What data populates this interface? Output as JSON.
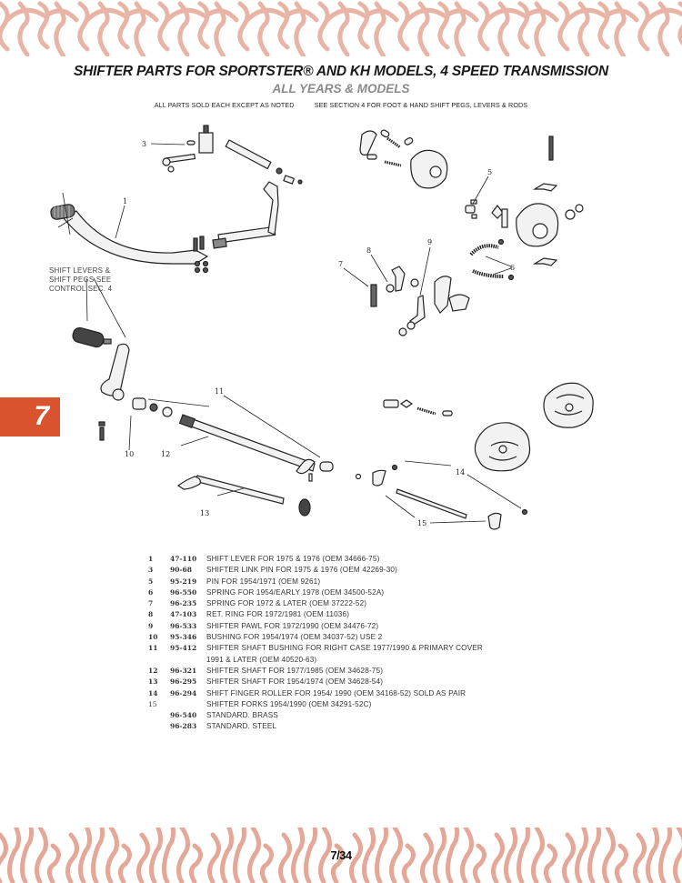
{
  "header": {
    "title": "SHIFTER PARTS FOR SPORTSTER® AND KH MODELS, 4 SPEED TRANSMISSION",
    "subtitle": "ALL YEARS & MODELS",
    "note_left": "ALL PARTS SOLD EACH EXCEPT AS NOTED",
    "note_right": "SEE SECTION 4 FOR FOOT & HAND SHIFT PEGS, LEVERS & RODS"
  },
  "section_tab": {
    "label": "7",
    "color": "#d9532f"
  },
  "diagram": {
    "side_note_lines": [
      "SHIFT LEVERS &",
      "SHIFT PEGS SEE",
      "CONTROL SEC. 4"
    ],
    "callouts": [
      "1",
      "3",
      "5",
      "6",
      "7",
      "8",
      "9",
      "10",
      "11",
      "12",
      "13",
      "14",
      "15"
    ]
  },
  "parts": [
    {
      "ref": "1",
      "pn": "47-110",
      "desc": "SHIFT LEVER FOR 1975 & 1976 (OEM 34666-75)"
    },
    {
      "ref": "3",
      "pn": "90-68",
      "desc": "SHIFTER LINK PIN FOR 1975 & 1976 (OEM 42269-30)"
    },
    {
      "ref": "5",
      "pn": "95-219",
      "desc": "PIN FOR 1954/1971 (OEM 9261)"
    },
    {
      "ref": "6",
      "pn": "96-550",
      "desc": "SPRING FOR 1954/EARLY 1978 (OEM 34500-52A)"
    },
    {
      "ref": "7",
      "pn": "96-235",
      "desc": "SPRING FOR 1972 & LATER (OEM 37222-52)"
    },
    {
      "ref": "8",
      "pn": "47-103",
      "desc": "RET. RING FOR 1972/1981 (OEM 11036)"
    },
    {
      "ref": "9",
      "pn": "96-533",
      "desc": "SHIFTER PAWL FOR 1972/1990 (OEM 34476-72)"
    },
    {
      "ref": "10",
      "pn": "95-346",
      "desc": "BUSHING FOR 1954/1974 (OEM 34037-52) USE 2"
    },
    {
      "ref": "11",
      "pn": "95-412",
      "desc": "SHIFTER SHAFT BUSHING FOR RIGHT CASE 1977/1990 & PRIMARY COVER"
    },
    {
      "ref": "",
      "pn": "",
      "desc": "1991 & LATER (OEM 40520-63)"
    },
    {
      "ref": "12",
      "pn": "96-321",
      "desc": "SHIFTER SHAFT FOR 1977/1985 (OEM 34628-75)"
    },
    {
      "ref": "13",
      "pn": "96-295",
      "desc": "SHIFTER SHAFT FOR 1954/1974 (OEM 34628-54)"
    },
    {
      "ref": "14",
      "pn": "96-294",
      "desc": "SHIFT FINGER ROLLER FOR 1954/ 1990 (OEM 34168-52) SOLD AS PAIR"
    },
    {
      "ref": "15",
      "pn": "",
      "desc": "SHIFTER FORKS 1954/1990 (OEM 34291-52C)"
    },
    {
      "ref": "",
      "pn": "96-540",
      "desc": "STANDARD. BRASS"
    },
    {
      "ref": "",
      "pn": "96-283",
      "desc": "STANDARD. STEEL"
    }
  ],
  "footer": {
    "page": "7/34",
    "flame_color": "#e3a898"
  }
}
